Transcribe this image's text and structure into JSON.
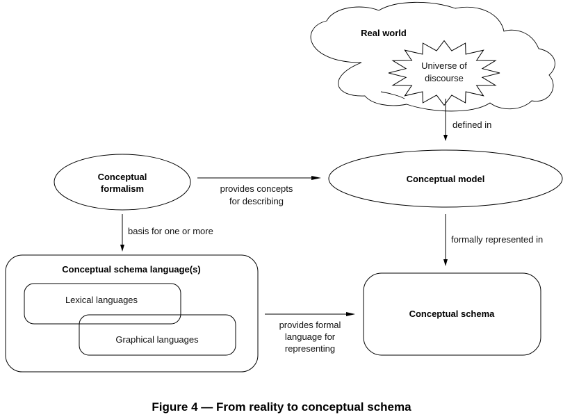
{
  "figure": {
    "caption": "Figure 4 — From reality to conceptual schema"
  },
  "nodes": {
    "real_world": {
      "label": "Real world",
      "shape": "cloud"
    },
    "universe_of_discourse": {
      "lines": [
        "Universe of",
        "discourse"
      ],
      "shape": "starburst"
    },
    "conceptual_formalism": {
      "lines": [
        "Conceptual",
        "formalism"
      ],
      "shape": "ellipse"
    },
    "conceptual_model": {
      "label": "Conceptual model",
      "shape": "ellipse"
    },
    "conceptual_schema_languages": {
      "label": "Conceptual schema language(s)",
      "shape": "rounded-rectangle"
    },
    "lexical_languages": {
      "label": "Lexical languages",
      "shape": "rounded-rectangle"
    },
    "graphical_languages": {
      "label": "Graphical languages",
      "shape": "rounded-rectangle"
    },
    "conceptual_schema": {
      "label": "Conceptual schema",
      "shape": "rounded-rectangle"
    }
  },
  "edges": {
    "defined_in": {
      "from": "universe_of_discourse",
      "to": "conceptual_model",
      "label": "defined in"
    },
    "provides_concepts": {
      "from": "conceptual_formalism",
      "to": "conceptual_model",
      "lines": [
        "provides concepts",
        "for describing"
      ]
    },
    "basis_for": {
      "from": "conceptual_formalism",
      "to": "conceptual_schema_languages",
      "label": "basis for one or more"
    },
    "formally_represented": {
      "from": "conceptual_model",
      "to": "conceptual_schema",
      "label": "formally represented in"
    },
    "provides_formal_language": {
      "from": "conceptual_schema_languages",
      "to": "conceptual_schema",
      "lines": [
        "provides formal",
        "language for",
        "representing"
      ]
    }
  }
}
